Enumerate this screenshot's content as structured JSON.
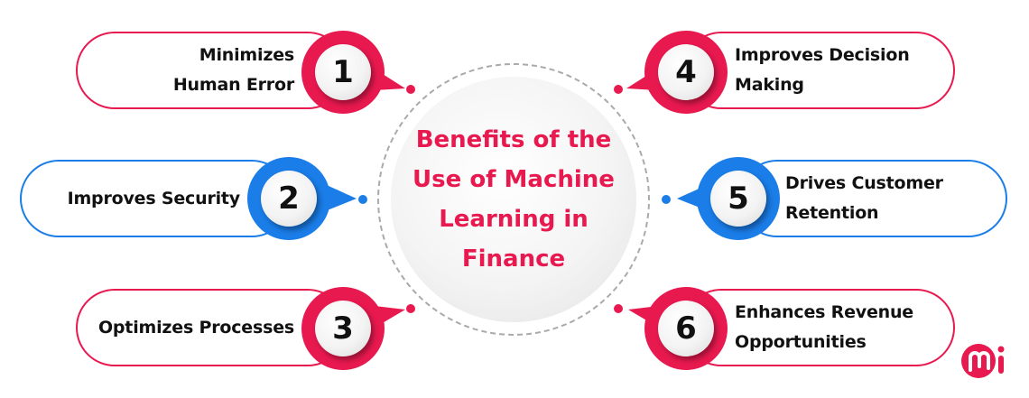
{
  "title": "Benefits of the Use of Machine Learning in Finance",
  "colors": {
    "accent_red": "#e8194f",
    "accent_blue": "#1a7de8",
    "ring": "#aaaaaa",
    "text": "#111111"
  },
  "benefits": [
    {
      "number": "1",
      "label": "Minimizes Human Error",
      "line1": "Minimizes",
      "line2": "Human Error",
      "color": "red",
      "side": "left"
    },
    {
      "number": "2",
      "label": "Improves Security",
      "line1": "Improves Security",
      "line2": "",
      "color": "blue",
      "side": "left"
    },
    {
      "number": "3",
      "label": "Optimizes Processes",
      "line1": "Optimizes Processes",
      "line2": "",
      "color": "red",
      "side": "left"
    },
    {
      "number": "4",
      "label": "Improves Decision Making",
      "line1": "Improves Decision",
      "line2": "Making",
      "color": "red",
      "side": "right"
    },
    {
      "number": "5",
      "label": "Drives Customer Retention",
      "line1": "Drives Customer",
      "line2": "Retention",
      "color": "blue",
      "side": "right"
    },
    {
      "number": "6",
      "label": "Enhances Revenue Opportunities",
      "line1": "Enhances Revenue",
      "line2": "Opportunities",
      "color": "red",
      "side": "right"
    }
  ],
  "logo": {
    "icon": "mi-logo-icon"
  }
}
